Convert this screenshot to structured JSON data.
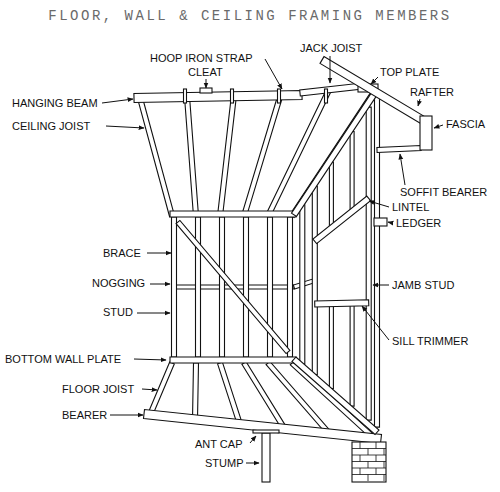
{
  "diagram": {
    "title": "FLOOR, WALL & CEILING FRAMING MEMBERS",
    "labels": [
      "HOOP IRON STRAP",
      "CLEAT",
      "HANGING BEAM",
      "CEILING JOIST",
      "JACK JOIST",
      "TOP PLATE",
      "RAFTER",
      "FASCIA",
      "SOFFIT BEARER",
      "LINTEL",
      "LEDGER",
      "BRACE",
      "NOGGING",
      "STUD",
      "JAMB STUD",
      "SILL TRIMMER",
      "BOTTOM WALL PLATE",
      "FLOOR JOIST",
      "BEARER",
      "ANT CAP",
      "STUMP"
    ]
  }
}
